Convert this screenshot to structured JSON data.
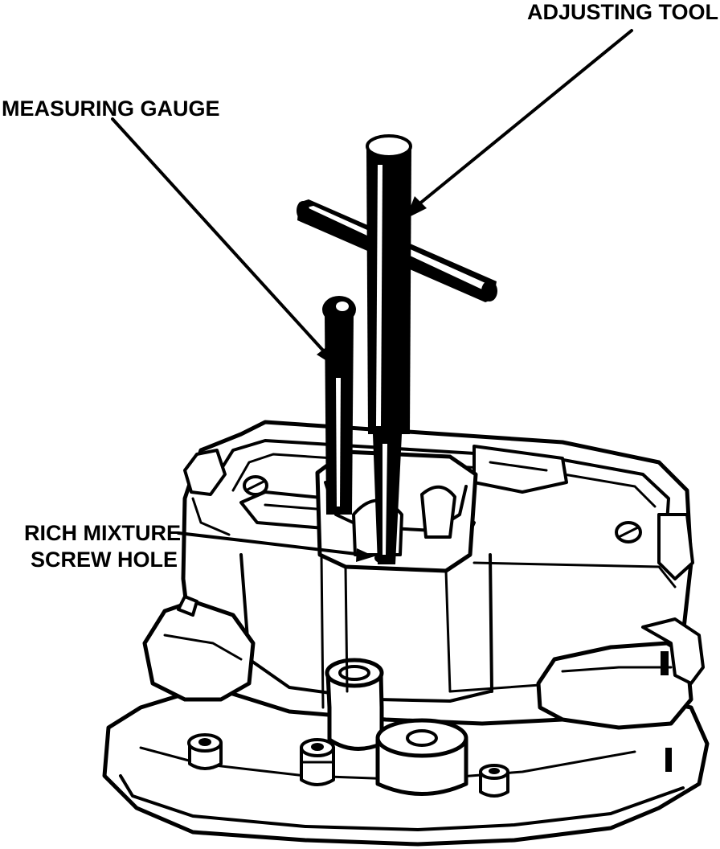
{
  "labels": {
    "adjusting_tool": "ADJUSTING TOOL",
    "measuring_gauge": "MEASURING GAUGE",
    "rich_mixture_line1": "RICH MIXTURE",
    "rich_mixture_line2": "SCREW HOLE"
  },
  "colors": {
    "ink": "#000000",
    "paper": "#ffffff"
  }
}
